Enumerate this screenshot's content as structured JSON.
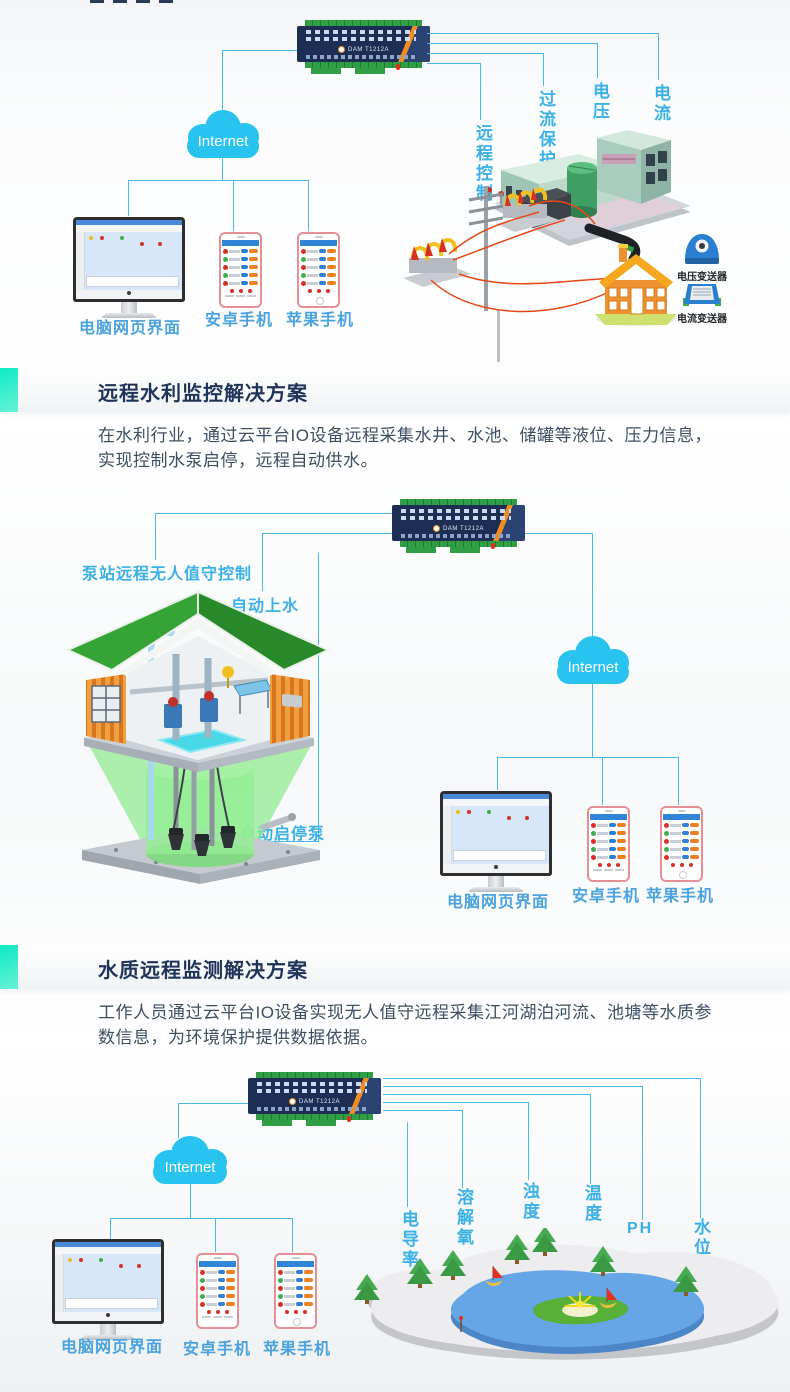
{
  "solution1": {
    "device_label": "DAM T1212A",
    "cloud_label": "Internet",
    "callouts": {
      "remote_control": "远程控制",
      "overcurrent_protection": "过流保护",
      "voltage": "电压",
      "current": "电流"
    },
    "transmitters": {
      "voltage": "电压变送器",
      "current": "电流变送器"
    },
    "clients": {
      "pc": "电脑网页界面",
      "android": "安卓手机",
      "iphone": "苹果手机"
    }
  },
  "solution2": {
    "title": "远程水利监控解决方案",
    "description": "在水利行业，通过云平台IO设备远程采集水井、水池、储罐等液位、压力信息，实现控制水泵启停，远程自动供水。",
    "device_label": "DAM T1212A",
    "cloud_label": "Internet",
    "callouts": {
      "unattended_pump_station": "泵站远程无人值守控制",
      "auto_water_fill": "自动上水",
      "auto_pump_start_stop": "自动启停泵"
    },
    "clients": {
      "pc": "电脑网页界面",
      "android": "安卓手机",
      "iphone": "苹果手机"
    }
  },
  "solution3": {
    "title": "水质远程监测解决方案",
    "description": "工作人员通过云平台IO设备实现无人值守远程采集江河湖泊河流、池塘等水质参数信息，为环境保护提供数据依据。",
    "device_label": "DAM T1212A",
    "cloud_label": "Internet",
    "callouts": {
      "conductivity": "电导率",
      "dissolved_oxygen": "溶解氧",
      "turbidity": "浊度",
      "temperature": "温度",
      "ph": "PH",
      "water_level": "水位"
    },
    "clients": {
      "pc": "电脑网页界面",
      "android": "安卓手机",
      "iphone": "苹果手机"
    }
  },
  "colors": {
    "accent_teal": "#0fe9c5",
    "line_blue": "#49b7e8",
    "label_blue": "#4aa2de",
    "callout_blue": "#3cb1e6",
    "cloud_cyan": "#29c3f0",
    "title_navy": "#20345a",
    "device_navy": "#1d2e54",
    "device_orange": "#f18c1f",
    "terminal_green": "#2f9e44"
  }
}
